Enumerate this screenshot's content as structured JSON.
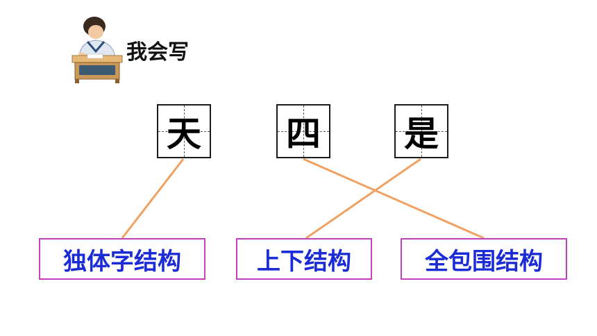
{
  "header": {
    "title": "我会写",
    "icon": "student-writing-at-desk-icon"
  },
  "characters": [
    {
      "char": "天"
    },
    {
      "char": "四"
    },
    {
      "char": "是"
    }
  ],
  "structures": [
    {
      "label": "独体字结构"
    },
    {
      "label": "上下结构"
    },
    {
      "label": "全包围结构"
    }
  ],
  "matches": [
    {
      "character": "天",
      "structure": "独体字结构"
    },
    {
      "character": "四",
      "structure": "全包围结构"
    },
    {
      "character": "是",
      "structure": "上下结构"
    }
  ],
  "colors": {
    "connector": "#f0a060",
    "label_text": "#1b2bd6",
    "label_border": "#c040c0"
  }
}
